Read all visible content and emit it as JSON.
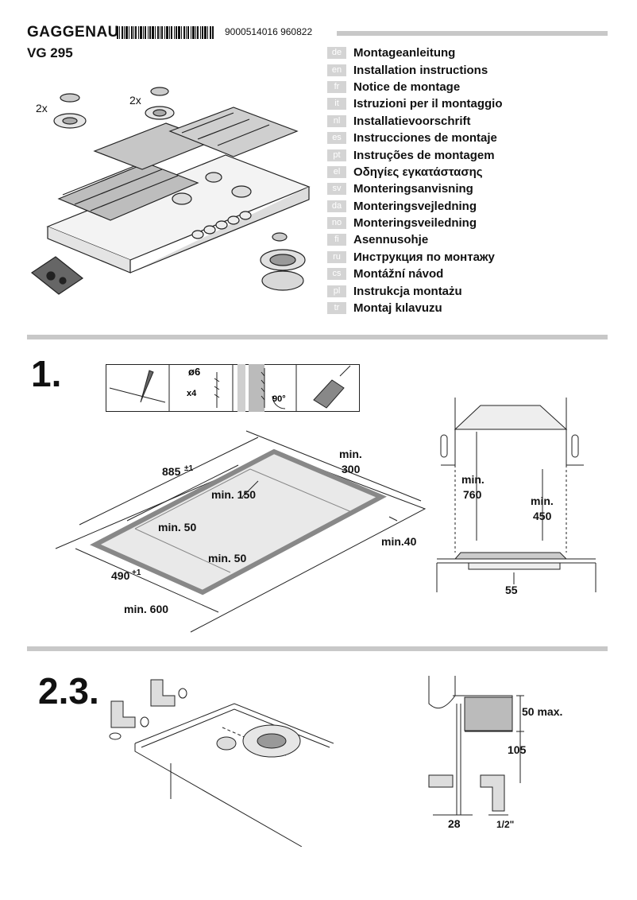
{
  "header": {
    "brand": "GAGGENAU",
    "model": "VG 295",
    "doc_number": "9000514016 960822"
  },
  "languages": [
    {
      "code": "de",
      "title": "Montageanleitung"
    },
    {
      "code": "en",
      "title": "Installation  instructions"
    },
    {
      "code": "fr",
      "title": "Notice de montage"
    },
    {
      "code": "it",
      "title": "Istruzioni per il montaggio"
    },
    {
      "code": "nl",
      "title": "Installatievoorschrift"
    },
    {
      "code": "es",
      "title": "Instrucciones de montaje"
    },
    {
      "code": "pt",
      "title": "Instruções de montagem"
    },
    {
      "code": "el",
      "title": "Οδηγίες εγκατάστασης"
    },
    {
      "code": "sv",
      "title": "Monteringsanvisning"
    },
    {
      "code": "da",
      "title": "Monteringsvejledning"
    },
    {
      "code": "no",
      "title": "Monteringsveiledning"
    },
    {
      "code": "fi",
      "title": "Asennusohje"
    },
    {
      "code": "ru",
      "title": "Инструкция по монтажу"
    },
    {
      "code": "cs",
      "title": "Montážní  návod"
    },
    {
      "code": "pl",
      "title": "Instrukcja  montażu"
    },
    {
      "code": "tr",
      "title": "Montaj  kılavuzu"
    }
  ],
  "overview": {
    "qty_a": "2x",
    "qty_b": "2x"
  },
  "step1": {
    "number": "1.",
    "tools": {
      "drill": "ø6",
      "screws": "x4",
      "angle": "90°"
    },
    "cutout": {
      "width": "885",
      "width_tol": "±1",
      "depth": "490",
      "depth_tol": "+1",
      "min150": "min. 150",
      "min50_a": "min. 50",
      "min50_b": "min. 50",
      "min300_a": "min.",
      "min300_b": "300",
      "min40": "min.40",
      "min600": "min. 600"
    },
    "side": {
      "min760_a": "min.",
      "min760_b": "760",
      "min450_a": "min.",
      "min450_b": "450",
      "dim55": "55"
    }
  },
  "step23": {
    "number": "2.3.",
    "detail": {
      "max50": "50 max.",
      "dim105": "105",
      "dim28": "28",
      "thread": "1/2\""
    }
  },
  "colors": {
    "separator": "#c8c8c8",
    "lang_badge": "#d4d4d4"
  }
}
